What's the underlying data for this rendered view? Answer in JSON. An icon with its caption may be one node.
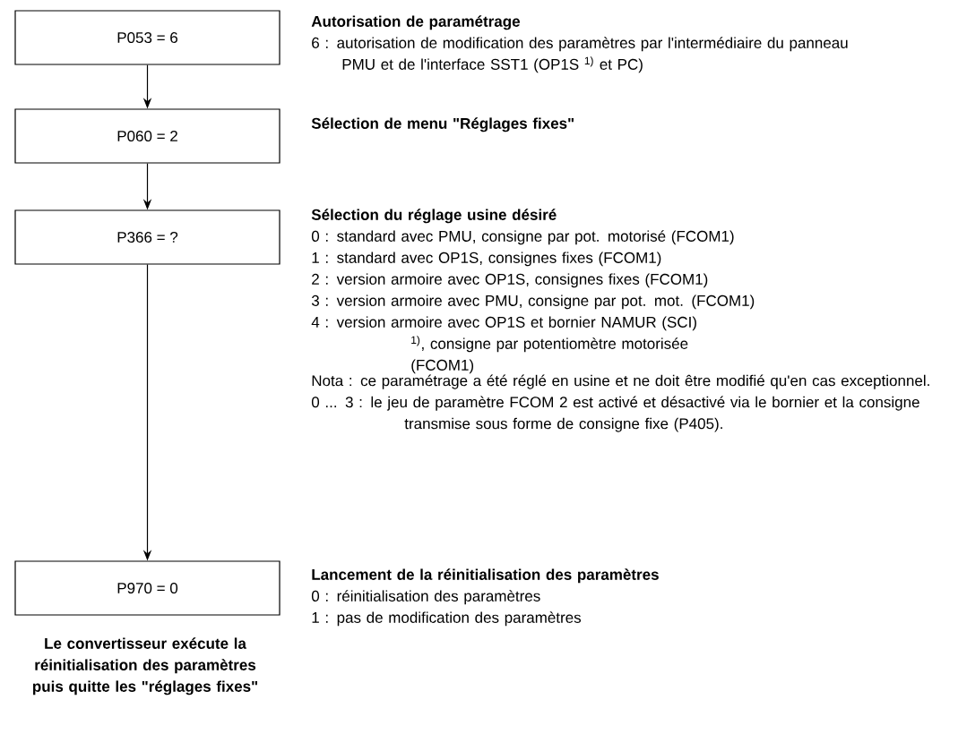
{
  "diagram": {
    "nodes": [
      {
        "text": [
          "P053 = 6"
        ],
        "beside": [
          "Autorisation de paramétrage",
          "6 : autorisation de modification des paramètres par l'intermédiaire du panneau PMU et de l'interface SST1 (OP1S $^{1)}$ et PC)"
        ]
      },
      {
        "text": [
          "P060 = 2"
        ],
        "beside": [
          "Sélection de menu \"Réglages fixes\""
        ]
      },
      {
        "text": [
          "P366 = ?"
        ],
        "beside": [
          "Sélection du réglage usine désiré",
          "0 : standard avec PMU, consigne par pot. motorisé (FCOM1)",
          "1 : standard avec OP1S, consignes fixes (FCOM1)",
          "2 : version armoire avec OP1S, consignes fixes (FCOM1)",
          "3 : version armoire avec PMU, consigne par pot. mot.  (FCOM1)",
          "4 : version armoire avec OP1S et bornier NAMUR (SCI) $^{1)}$, consigne par potentiomètre motorisée (FCOM1)",
          "Nota : ce paramétrage a été réglé en usine et ne doit être modifié qu'en cas exceptionnel.",
          "0 ... 3 : le jeu de paramètre FCOM 2 est activé et désactivé via le bornier et la consigne transmise sous forme de consigne fixe (P405)."
        ]
      },
      {
        "text": [
          "P970 = 0"
        ],
        "beside": [
          "Lancement de la réinitialisation des paramètres",
          "0 : réinitialisation des paramètres",
          "1 : pas de modification des paramètres"
        ]
      }
    ],
    "edges": [
      {
        "from": 0,
        "to": 1,
        "arrow": "to"
      },
      {
        "from": 1,
        "to": 2,
        "arrow": "to"
      },
      {
        "from": 2,
        "to": 3,
        "arrow": "to"
      }
    ],
    "labels": [
      "Le convertisseur exécute la réinitialisation des paramètres puis quitte les \"réglages fixes\""
    ]
  }
}
